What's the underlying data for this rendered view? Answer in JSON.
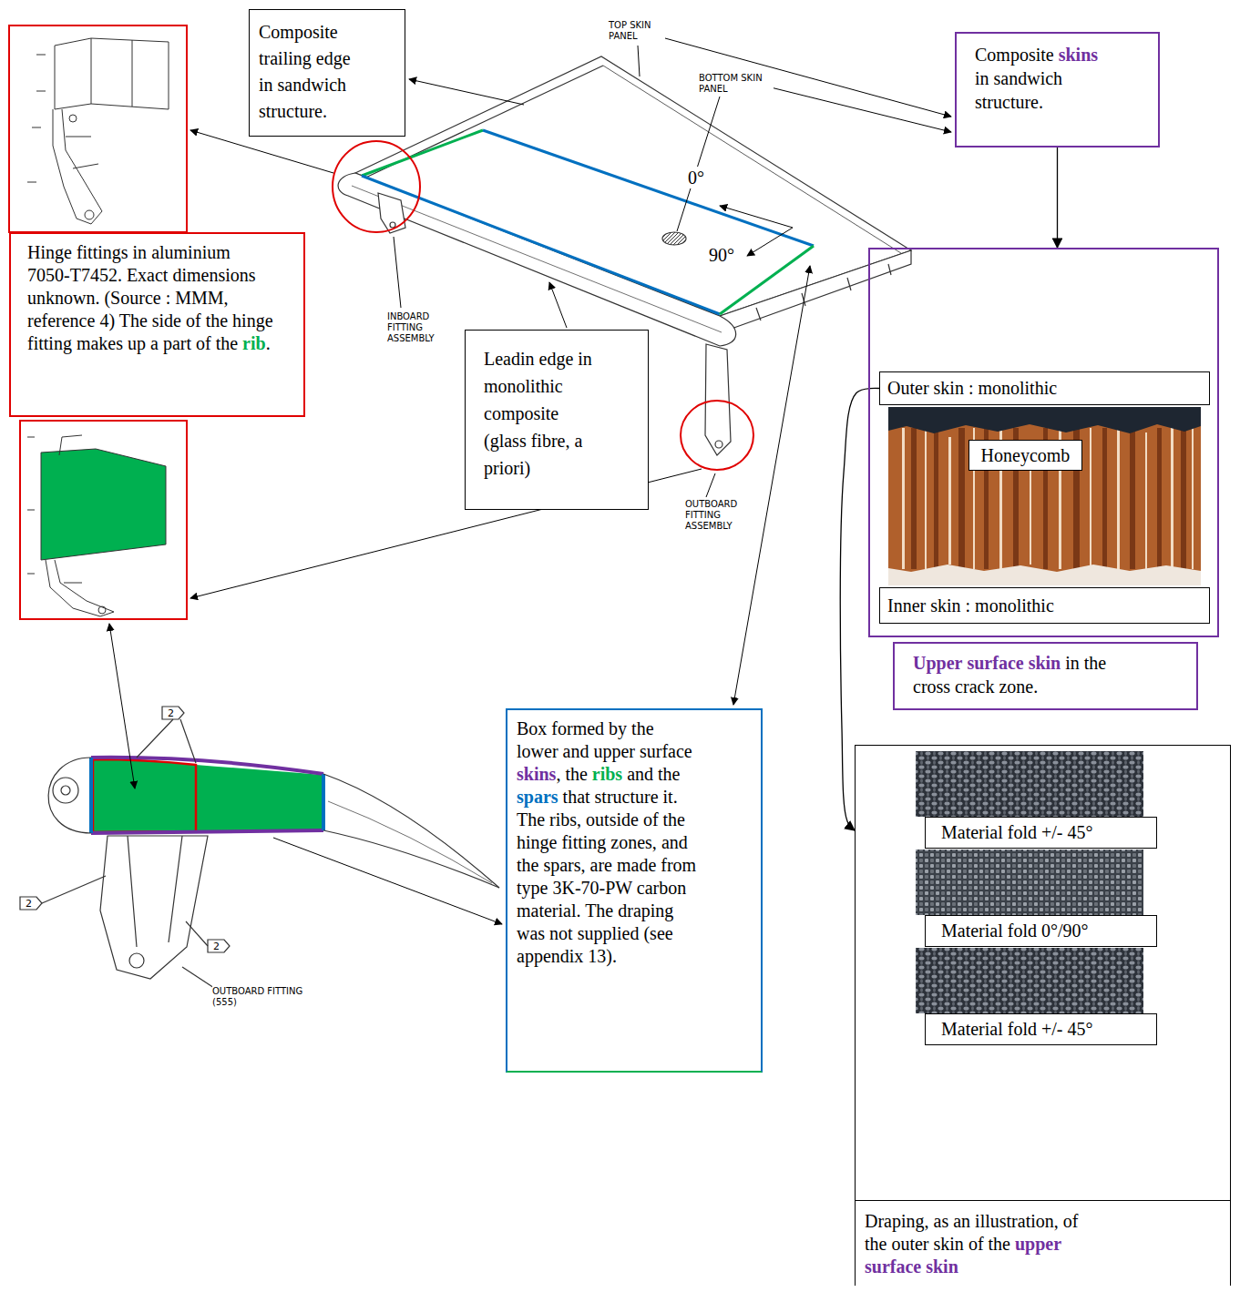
{
  "diagram": {
    "nodes": [
      {
        "text": [
          "Composite trailing edge in sandwich structure."
        ]
      },
      {
        "text": [
          "Composite skins in sandwich structure."
        ]
      },
      {
        "text": [
          "Hinge fittings in aluminium 7050-T7452. Exact dimensions unknown. (Source : MMM, reference 4) The side of the hinge fitting makes up a part of the rib."
        ]
      },
      {
        "text": [
          "Leadin edge in monolithic composite (glass fibre, a priori)"
        ]
      },
      {
        "text": [
          "Upper surface skin in the cross crack zone."
        ]
      },
      {
        "text": [
          "Outer skin : monolithic"
        ],
        "in": 4
      },
      {
        "text": [
          "Honeycomb"
        ],
        "in": 4
      },
      {
        "text": [
          "Inner skin : monolithic"
        ],
        "in": 4
      },
      {
        "text": [
          "Box formed by the lower and upper surface skins, the ribs and the spars that structure it. The ribs, outside of the hinge fitting zones, and the spars, are made from type 3K-70-PW carbon material. The draping was not supplied (see appendix 13)."
        ]
      },
      {
        "text": [
          "Draping, as an illustration, of the outer skin of the upper surface skin"
        ]
      },
      {
        "text": [
          "Material fold +/- 45°"
        ],
        "in": 9
      },
      {
        "text": [
          "Material fold 0°/90°"
        ],
        "in": 9
      },
      {
        "text": [
          "Material fold +/- 45°"
        ],
        "in": 9
      }
    ],
    "edges": [
      {
        "from": 1,
        "to": 4,
        "arrow": "to"
      },
      {
        "from": 5,
        "to": 9,
        "arrow": "to"
      }
    ],
    "labels": [
      "TOP SKIN PANEL",
      "BOTTOM SKIN PANEL",
      "0°",
      "90°",
      "INBOARD FITTING ASSEMBLY",
      "OUTBOARD FITTING ASSEMBLY",
      "2",
      "2",
      "2",
      "OUTBOARD FITTING (555)"
    ]
  }
}
